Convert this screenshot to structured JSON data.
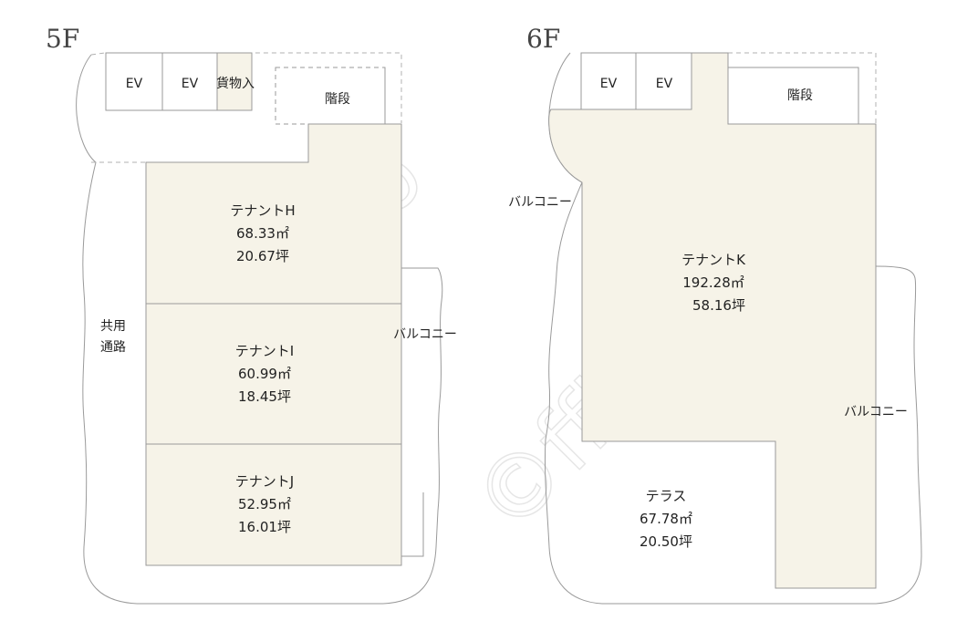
{
  "colors": {
    "tenant_fill": "#f6f3e8",
    "line": "#9a9a9a",
    "dashed": "#b0b0b0",
    "watermark": "#e6e6e6"
  },
  "watermark": "©ffi+co",
  "floor5": {
    "title": "5F",
    "ev1": "EV",
    "ev2": "EV",
    "freight": "貨物入",
    "stairs": "階段",
    "corridor_line1": "共用",
    "corridor_line2": "通路",
    "balcony": "バルコニー",
    "tenants": [
      {
        "name": "テナントH",
        "sqm": "68.33㎡",
        "tsubo": "20.67坪"
      },
      {
        "name": "テナントI",
        "sqm": "60.99㎡",
        "tsubo": "18.45坪"
      },
      {
        "name": "テナントJ",
        "sqm": "52.95㎡",
        "tsubo": "16.01坪"
      }
    ]
  },
  "floor6": {
    "title": "6F",
    "ev1": "EV",
    "ev2": "EV",
    "stairs": "階段",
    "balcony_left": "バルコニー",
    "balcony_right": "バルコニー",
    "tenant": {
      "name": "テナントK",
      "sqm": "192.28㎡",
      "tsubo": "58.16坪"
    },
    "terrace": {
      "name": "テラス",
      "sqm": "67.78㎡",
      "tsubo": "20.50坪"
    }
  }
}
